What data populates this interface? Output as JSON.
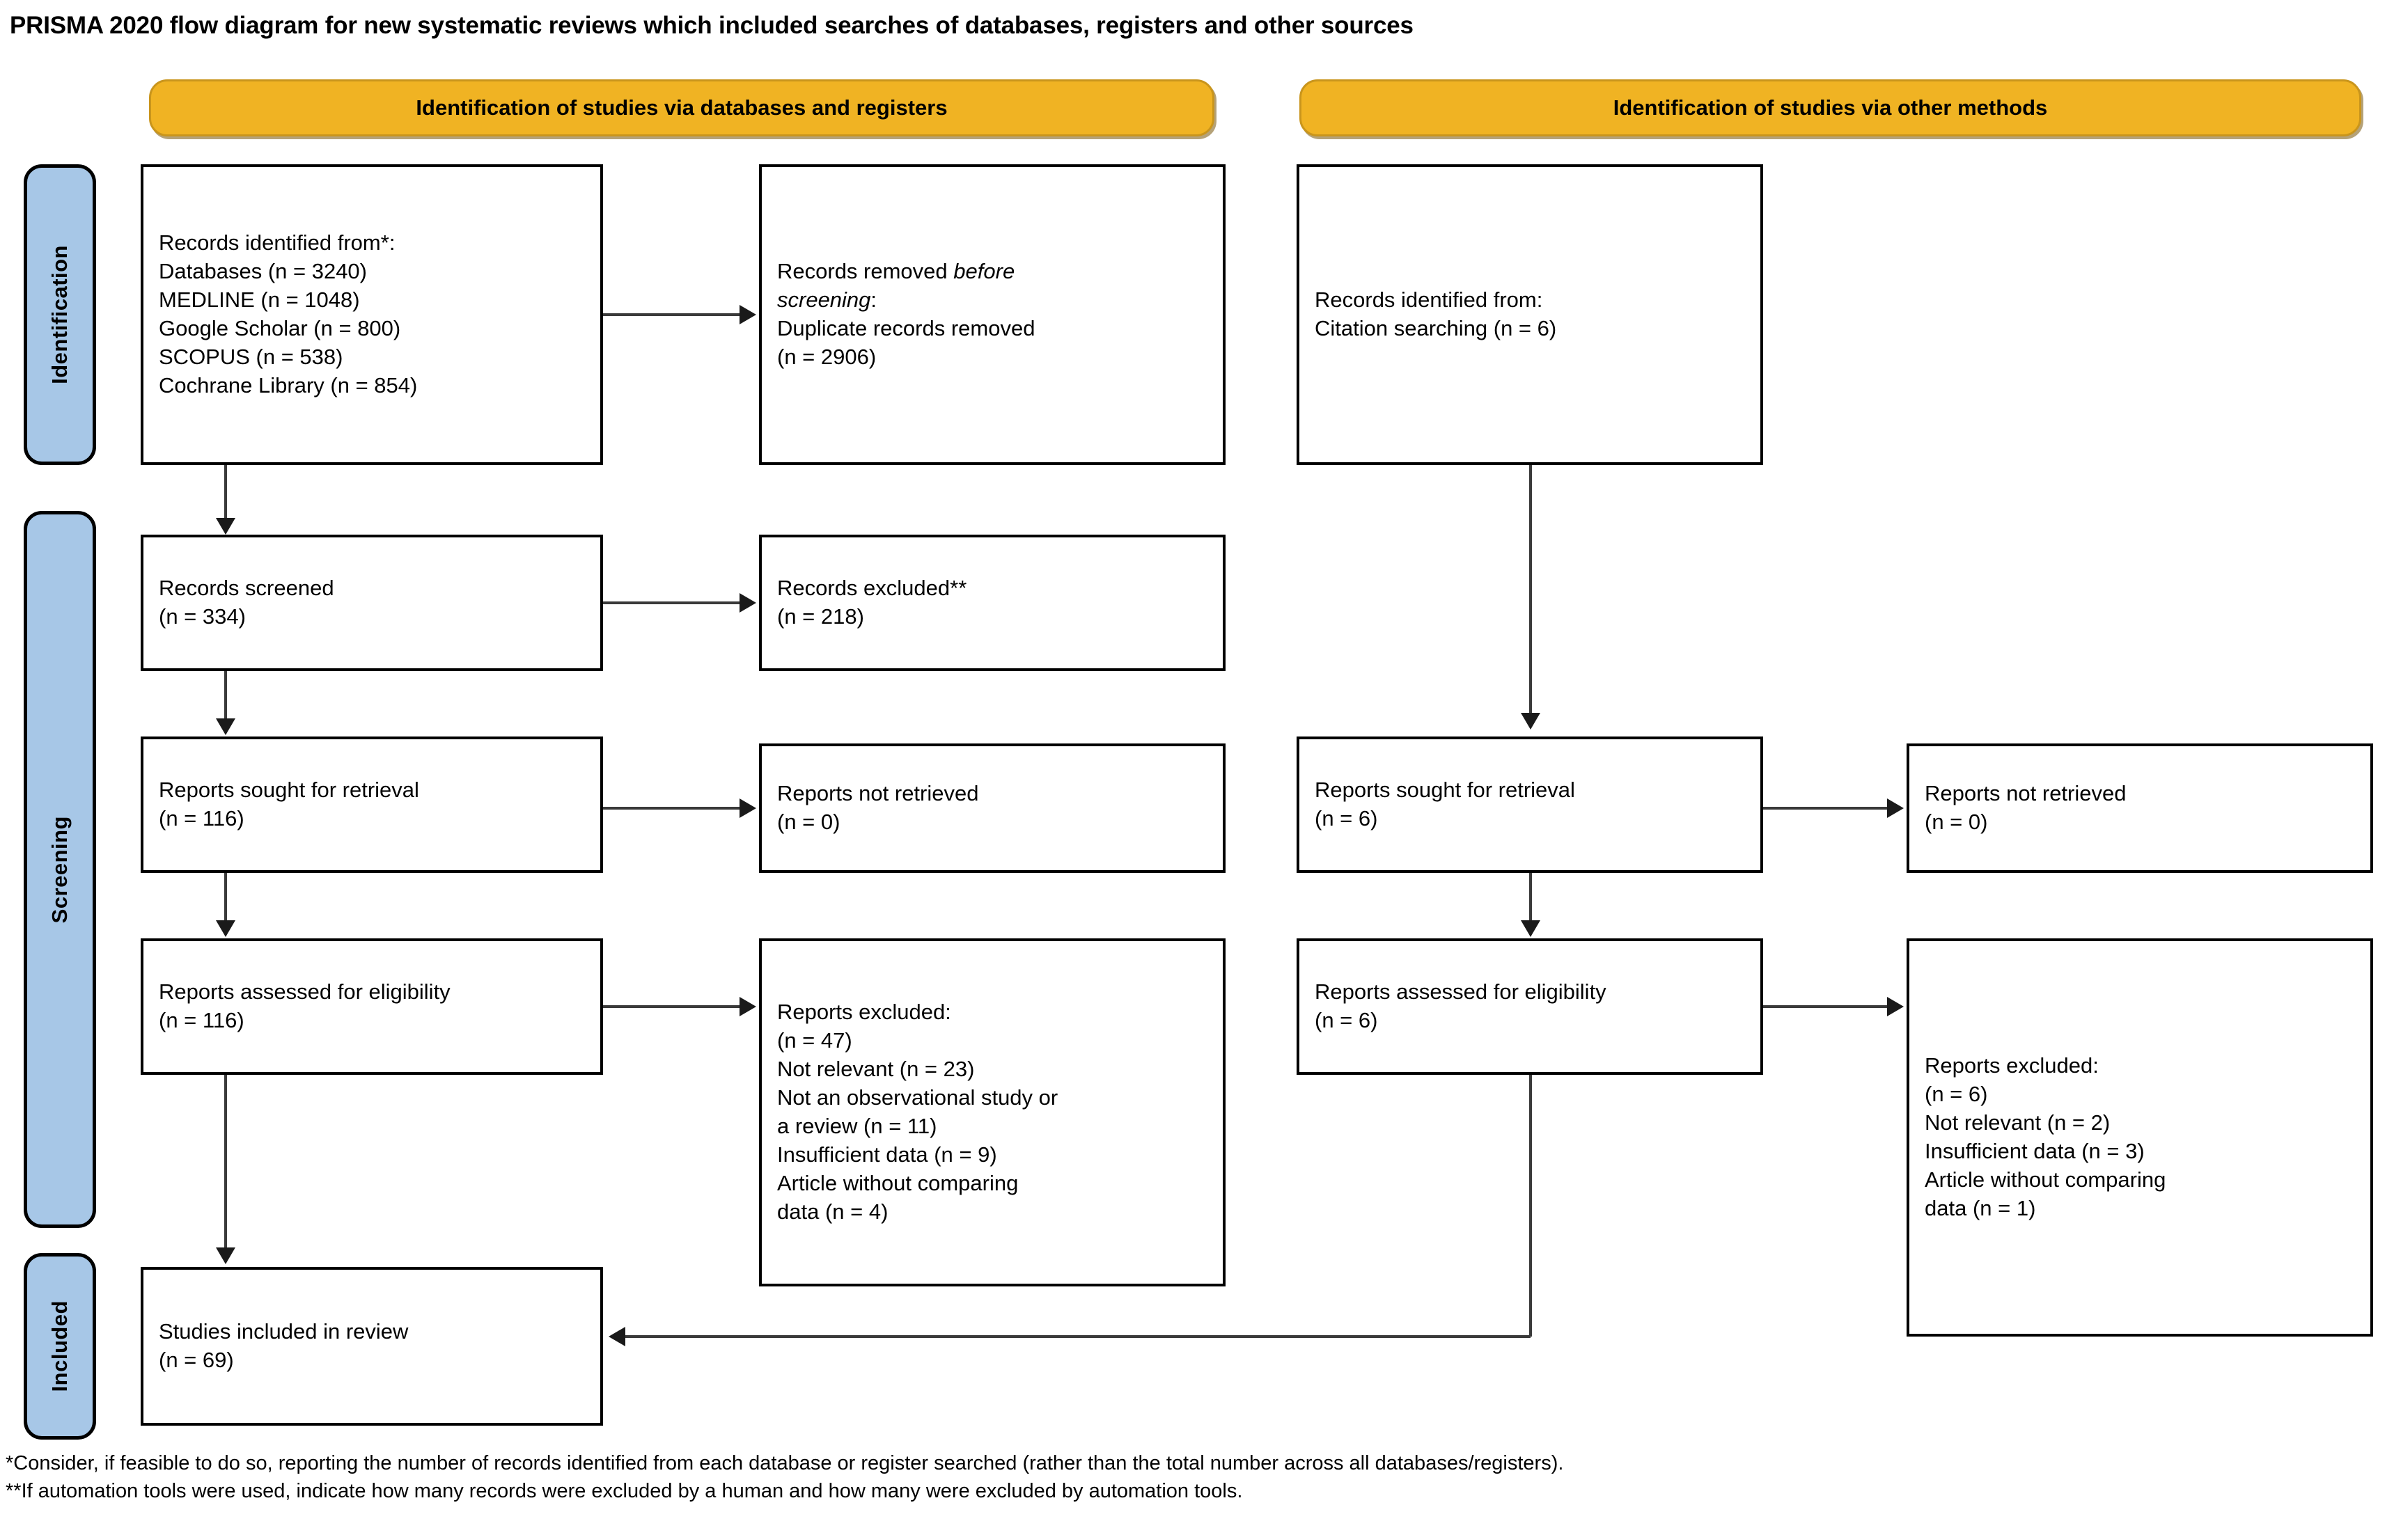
{
  "title": "PRISMA 2020 flow diagram for new systematic reviews which included searches of databases, registers and other sources",
  "colors": {
    "header_fill": "#F0B323",
    "header_border": "#C9951C",
    "stage_fill": "#A7C7E7",
    "box_border": "#000000",
    "connector": "#3a3a3a"
  },
  "headers": {
    "left": "Identification of studies via databases and registers",
    "right": "Identification of studies via other methods"
  },
  "stages": [
    {
      "id": "identification",
      "label": "Identification"
    },
    {
      "id": "screening",
      "label": "Screening"
    },
    {
      "id": "included",
      "label": "Included"
    }
  ],
  "boxes": {
    "records_identified": "Records identified from*:\n    Databases (n = 3240)\n    MEDLINE (n = 1048)\n    Google Scholar (n = 800)\n    SCOPUS (n = 538)\n    Cochrane Library (n = 854)",
    "records_removed_line1": "Records removed ",
    "records_removed_italic1": "before",
    "records_removed_italic2": "screening",
    "records_removed_rest": ":\n    Duplicate records removed\n    (n = 2906)",
    "records_screened": "Records screened\n(n = 334)",
    "records_excluded": "Records excluded**\n(n = 218)",
    "reports_sought_left": "Reports sought for retrieval\n(n = 116)",
    "reports_not_retrieved_left": "Reports not retrieved\n(n = 0)",
    "reports_assessed_left": "Reports assessed for eligibility\n(n = 116)",
    "reports_excluded_left": "Reports excluded:\n    (n = 47)\n    Not relevant (n = 23)\n    Not an observational study or\n    a review (n = 11)\n    Insufficient data (n = 9)\n    Article without comparing\n    data (n = 4)",
    "studies_included": "Studies included in review\n(n = 69)",
    "records_identified_other": "Records identified from:\n    Citation searching (n = 6)",
    "reports_sought_right": "Reports sought for retrieval\n(n = 6)",
    "reports_not_retrieved_right": "Reports not retrieved\n(n = 0)",
    "reports_assessed_right": "Reports assessed for eligibility\n(n = 6)",
    "reports_excluded_right": "Reports excluded:\n    (n = 6)\n    Not relevant (n = 2)\n    Insufficient data (n = 3)\n    Article without comparing\n    data (n = 1)"
  },
  "footnotes": [
    "*Consider, if feasible to do so, reporting the number of records identified from each database or register searched (rather than the total number across all databases/registers).",
    "**If automation tools were used, indicate how many records were excluded by a human and how many were excluded by automation tools."
  ],
  "flow_data": {
    "type": "flowchart",
    "identification": {
      "databases_total": 3240,
      "sources": [
        {
          "name": "MEDLINE",
          "n": 1048
        },
        {
          "name": "Google Scholar",
          "n": 800
        },
        {
          "name": "SCOPUS",
          "n": 538
        },
        {
          "name": "Cochrane Library",
          "n": 854
        }
      ],
      "duplicates_removed": 2906,
      "citation_searching": 6
    },
    "screening": {
      "records_screened": 334,
      "records_excluded": 218,
      "reports_sought_databases": 116,
      "reports_not_retrieved_databases": 0,
      "reports_assessed_databases": 116,
      "reports_excluded_databases": 47,
      "reports_sought_other": 6,
      "reports_not_retrieved_other": 0,
      "reports_assessed_other": 6,
      "reports_excluded_other": 6
    },
    "exclusion_reasons_databases": [
      {
        "reason": "Not relevant",
        "n": 23
      },
      {
        "reason": "Not an observational study or a review",
        "n": 11
      },
      {
        "reason": "Insufficient data",
        "n": 9
      },
      {
        "reason": "Article without comparing data",
        "n": 4
      }
    ],
    "exclusion_reasons_other": [
      {
        "reason": "Not relevant",
        "n": 2
      },
      {
        "reason": "Insufficient data",
        "n": 3
      },
      {
        "reason": "Article without comparing data",
        "n": 1
      }
    ],
    "included": {
      "studies_included_in_review": 69
    }
  }
}
